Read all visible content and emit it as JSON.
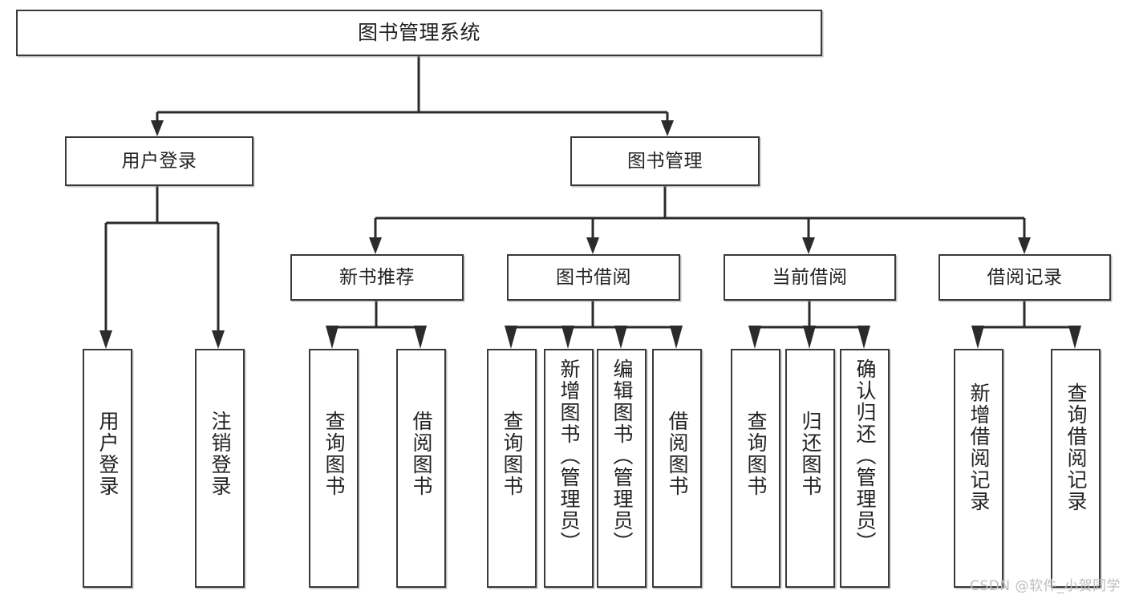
{
  "diagram": {
    "kind": "tree-hierarchy-chart",
    "title": "图书管理系统",
    "colors": {
      "background": "#ffffff",
      "box_border": "#3a3a3a",
      "box_fill": "#ffffff",
      "connector": "#2b2b2b",
      "text": "#222222",
      "watermark": "#bdbdbd"
    },
    "watermark": "CSDN @软件_小贺同学",
    "nodes": {
      "root": {
        "label": "图书管理系统"
      },
      "level2": [
        {
          "id": "user-login",
          "label": "用户登录"
        },
        {
          "id": "book-manage",
          "label": "图书管理"
        }
      ],
      "level3": [
        {
          "id": "new-book-recommend",
          "label": "新书推荐"
        },
        {
          "id": "book-borrow",
          "label": "图书借阅"
        },
        {
          "id": "current-borrow",
          "label": "当前借阅"
        },
        {
          "id": "borrow-record",
          "label": "借阅记录"
        }
      ],
      "leaves": [
        {
          "id": "leaf-user-login",
          "parent": "user-login",
          "label": "用户登录"
        },
        {
          "id": "leaf-user-logout",
          "parent": "user-login",
          "label": "注销登录"
        },
        {
          "id": "leaf-query-book-1",
          "parent": "new-book-recommend",
          "label": "查询图书"
        },
        {
          "id": "leaf-borrow-book-1",
          "parent": "new-book-recommend",
          "label": "借阅图书"
        },
        {
          "id": "leaf-query-book-2",
          "parent": "book-borrow",
          "label": "查询图书"
        },
        {
          "id": "leaf-add-book",
          "parent": "book-borrow",
          "label": "新增图书（管理员）"
        },
        {
          "id": "leaf-edit-book",
          "parent": "book-borrow",
          "label": "编辑图书（管理员）"
        },
        {
          "id": "leaf-borrow-book-2",
          "parent": "book-borrow",
          "label": "借阅图书"
        },
        {
          "id": "leaf-query-book-3",
          "parent": "current-borrow",
          "label": "查询图书"
        },
        {
          "id": "leaf-return-book",
          "parent": "current-borrow",
          "label": "归还图书"
        },
        {
          "id": "leaf-confirm-return",
          "parent": "current-borrow",
          "label": "确认归还（管理员）"
        },
        {
          "id": "leaf-add-record",
          "parent": "borrow-record",
          "label": "新增借阅记录"
        },
        {
          "id": "leaf-query-record",
          "parent": "borrow-record",
          "label": "查询借阅记录"
        }
      ]
    }
  }
}
